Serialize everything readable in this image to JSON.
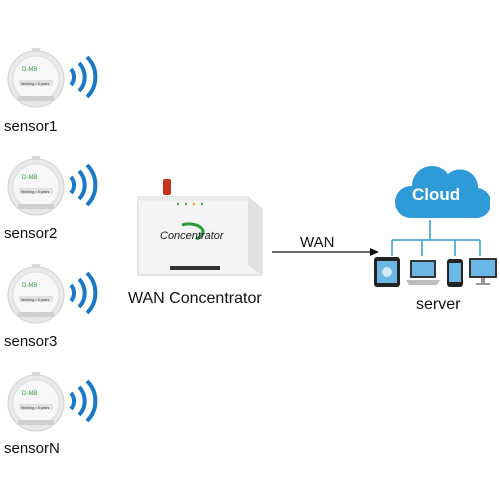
{
  "sensors": [
    {
      "label": "sensor1",
      "brand": "D-MB",
      "badge": "Working > 5 years"
    },
    {
      "label": "sensor2",
      "brand": "D-MB",
      "badge": "Working > 5 years"
    },
    {
      "label": "sensor3",
      "brand": "D-MB",
      "badge": "Working > 5 years"
    },
    {
      "label": "sensorN",
      "brand": "D-MB",
      "badge": "Working > 5 years"
    }
  ],
  "concentrator": {
    "device_text": "Concentrator",
    "caption": "WAN Concentrator"
  },
  "link": {
    "label": "WAN"
  },
  "server": {
    "cloud_label": "Cloud",
    "caption": "server"
  },
  "colors": {
    "signal_blue": "#1a78c8",
    "cloud_blue": "#2e9ad8",
    "device_white": "#f4f4f4",
    "antenna_red": "#c8321e"
  }
}
